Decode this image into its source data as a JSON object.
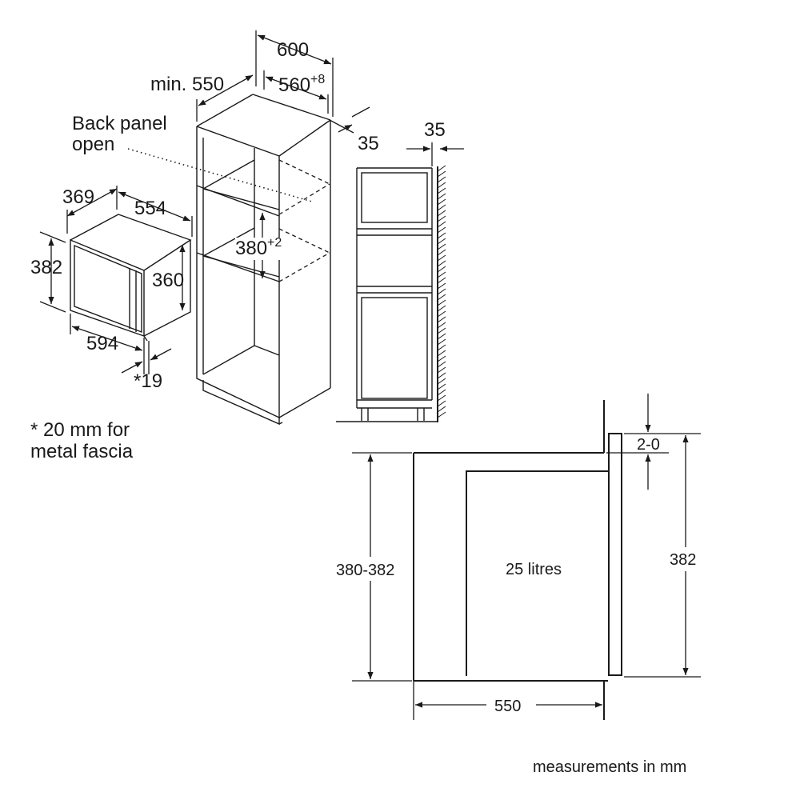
{
  "labels": {
    "back_panel_line1": "Back panel",
    "back_panel_line2": "open",
    "dim_600": "600",
    "dim_min550": "min. 550",
    "dim_560": "560",
    "dim_560_sup": "+8",
    "dim_35_top": "35",
    "dim_35_side": "35",
    "dim_369": "369",
    "dim_554": "554",
    "dim_382_left": "382",
    "dim_360": "360",
    "dim_594": "594",
    "dim_19": "*19",
    "dim_380": "380",
    "dim_380_sup": "+2",
    "note_line1": "* 20 mm for",
    "note_line2": "metal fascia",
    "dim_2_0": "2-0",
    "dim_380_382": "380-382",
    "capacity": "25 litres",
    "dim_382_right": "382",
    "dim_550_bottom": "550",
    "units_note": "measurements in mm"
  },
  "colors": {
    "line": "#1a1a1a",
    "background": "#ffffff"
  }
}
